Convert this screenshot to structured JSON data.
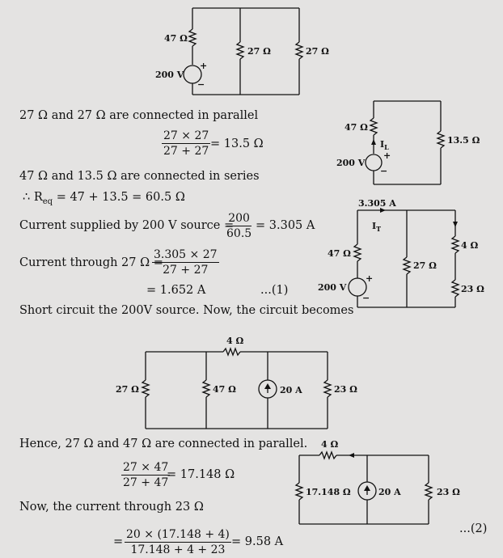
{
  "circuit1": {
    "r1": "47 Ω",
    "r2": "27 Ω",
    "r3": "27 Ω",
    "src": "200 V",
    "plus": "+",
    "minus": "−"
  },
  "circuit2": {
    "r1": "47 Ω",
    "r2": "13.5 Ω",
    "src": "200 V",
    "current": "I",
    "current_sub": "L",
    "plus": "+",
    "minus": "−"
  },
  "circuit3": {
    "top_current": "3.305 A",
    "it": "I",
    "it_sub": "T",
    "r1": "47 Ω",
    "r2": "27 Ω",
    "r3": "4 Ω",
    "r4": "23 Ω",
    "src": "200 V",
    "plus": "+",
    "minus": "−"
  },
  "circuit4": {
    "r_top": "4 Ω",
    "r1": "27 Ω",
    "r2": "47 Ω",
    "src": "20 A",
    "r3": "23 Ω"
  },
  "circuit5": {
    "r_top": "4 Ω",
    "r1": "17.148 Ω",
    "src": "20 A",
    "r2": "23 Ω"
  },
  "text": {
    "line1": "27 Ω and 27 Ω are connected in parallel",
    "frac1_num": "27 × 27",
    "frac1_den": "27 + 27",
    "frac1_result": "= 13.5 Ω",
    "line2": "47 Ω and 13.5 Ω are connected in series",
    "req_prefix": "∴  R",
    "req_sub": "eq",
    "req_rest": " = 47 + 13.5 = 60.5 Ω",
    "current_prefix": "Current supplied by 200 V source =",
    "frac2_num": "200",
    "frac2_den": "60.5",
    "frac2_result": "= 3.305 A",
    "through_prefix": "Current through 27 Ω =",
    "frac3_num": "3.305 × 27",
    "frac3_den": "27 + 27",
    "eq1": "= 1.652 A",
    "eq1_tag": "...(1)",
    "short": "Short circuit the 200V source. Now, the circuit becomes",
    "hence": "Hence, 27 Ω and 47 Ω are connected in parallel.",
    "frac4_num": "27 × 47",
    "frac4_den": "27 + 47",
    "frac4_result": "= 17.148 Ω",
    "now": "Now, the current through 23 Ω",
    "frac5_prefix": "=",
    "frac5_num": "20 × (17.148 + 4)",
    "frac5_den": "17.148 + 4 + 23",
    "frac5_result": "= 9.58 A",
    "eq2_tag": "...(2)"
  }
}
